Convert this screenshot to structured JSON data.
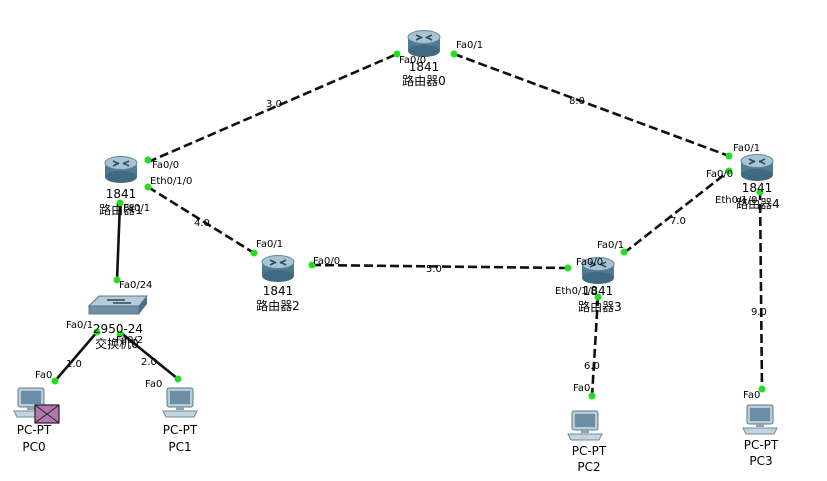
{
  "colors": {
    "link": "#111111",
    "port_up": "#22dd22",
    "router_top": "#a9c3d3",
    "router_side": "#4f7a92",
    "switch": "#6f8ea3",
    "pc": "#6b8ea6",
    "envelope": "#b07aa8"
  },
  "devices": {
    "r0": {
      "model": "1841",
      "name": "路由器0"
    },
    "r1": {
      "model": "1841",
      "name": "路由器1"
    },
    "r2": {
      "model": "1841",
      "name": "路由器2"
    },
    "r3": {
      "model": "1841",
      "name": "路由器3"
    },
    "r4": {
      "model": "1841",
      "name": "路由器4"
    },
    "sw": {
      "model": "2950-24",
      "name": "交换机0"
    },
    "pc0": {
      "model": "PC-PT",
      "name": "PC0"
    },
    "pc1": {
      "model": "PC-PT",
      "name": "PC1"
    },
    "pc2": {
      "model": "PC-PT",
      "name": "PC2"
    },
    "pc3": {
      "model": "PC-PT",
      "name": "PC3"
    }
  },
  "networks": {
    "n3": "3.0",
    "n8": "8.0",
    "n4": "4.0",
    "n5": "5.0",
    "n7": "7.0",
    "n1": "1.0",
    "n2": "2.0",
    "n6": "6.0",
    "n9": "9.0"
  },
  "ports": {
    "r0_fa00": "Fa0/0",
    "r0_fa01": "Fa0/1",
    "r1_fa00": "Fa0/0",
    "r1_eth": "Eth0/1/0",
    "r1_fa01": "Fa0/1",
    "r2_fa01": "Fa0/1",
    "r2_fa00": "Fa0/0",
    "r3_fa01": "Fa0/1",
    "r3_fa00": "Fa0/0",
    "r3_eth": "Eth0/1/0",
    "r4_fa01": "Fa0/1",
    "r4_fa00": "Fa0/0",
    "r4_eth": "Eth0/1/0",
    "sw_fa024": "Fa0/24",
    "sw_fa01": "Fa0/1",
    "sw_fa02": "Fa0/2",
    "pc0_fa0": "Fa0",
    "pc1_fa0": "Fa0",
    "pc2_fa0": "Fa0",
    "pc3_fa0": "Fa0"
  },
  "icons": {
    "router": "router-icon",
    "switch": "switch-icon",
    "pc": "pc-icon",
    "pdu": "envelope-icon"
  }
}
